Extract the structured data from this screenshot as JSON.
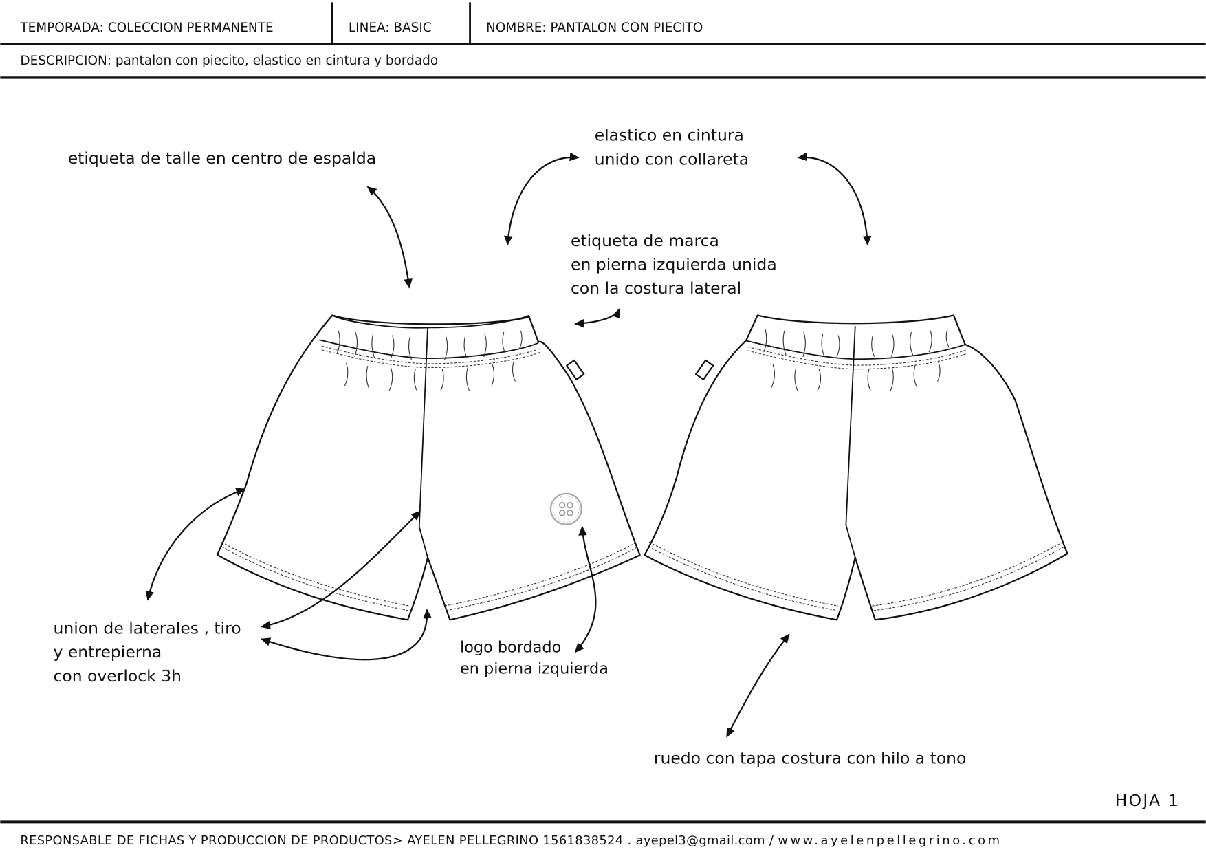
{
  "header": {
    "temporada": "TEMPORADA: COLECCION PERMANENTE",
    "linea": "LINEA: BASIC",
    "nombre": "NOMBRE: PANTALON CON PIECITO",
    "descripcion": "DESCRIPCION: pantalon con piecito, elastico en cintura y bordado"
  },
  "annotations": {
    "etiqueta_talle": "etiqueta de talle en centro de espalda",
    "elastico": [
      "elastico en cintura",
      "unido con collareta"
    ],
    "etiqueta_marca": [
      "etiqueta de marca",
      "en pierna izquierda unida",
      "con la costura lateral"
    ],
    "union": [
      "union de laterales , tiro",
      "y entrepierna",
      "con overlock 3h"
    ],
    "logo": [
      "logo bordado",
      "en pierna izquierda"
    ],
    "ruedo": "ruedo con tapa costura con hilo a tono"
  },
  "page_label": "HOJA 1",
  "footer": {
    "responsable": "RESPONSABLE DE FICHAS Y PRODUCCION DE PRODUCTOS> AYELEN PELLEGRINO 1561838524 . ayepel3@gmail.com / ",
    "web": "www.ayelenpellegrino.com"
  }
}
